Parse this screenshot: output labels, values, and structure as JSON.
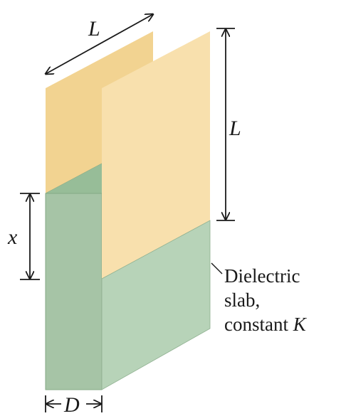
{
  "diagram": {
    "labels": {
      "top_width": "L",
      "height": "L",
      "insertion_depth": "x",
      "separation": "D"
    },
    "callout": {
      "line1": "Dielectric",
      "line2": "slab,",
      "line3_prefix": "constant ",
      "line3_symbol": "K"
    },
    "colors": {
      "plate_back": "#f2d391",
      "plate_front": "#f8e0ad",
      "slab_side": "#a6c4a6",
      "slab_top": "#97bd98",
      "slab_front": "#b7d3b8",
      "edge": "#2b2b2b"
    }
  }
}
